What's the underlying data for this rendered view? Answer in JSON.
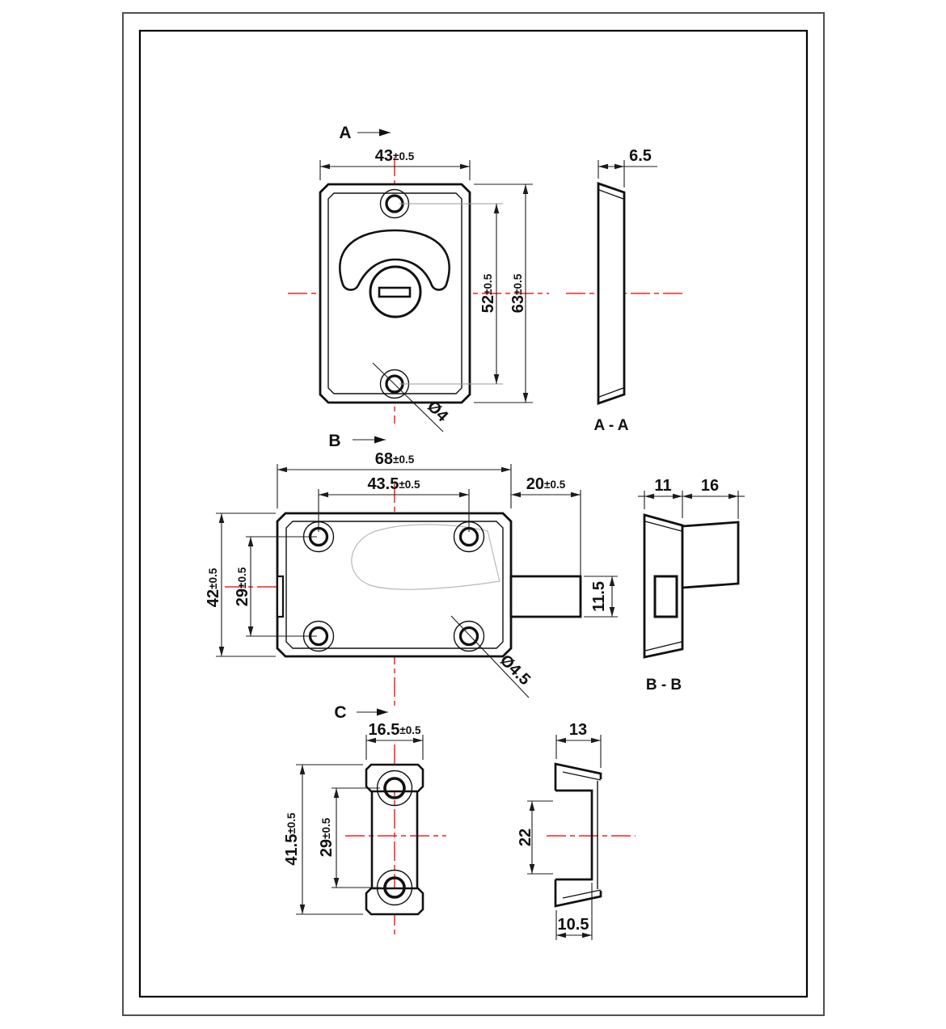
{
  "drawing_type": "engineering-drawing-indicator-lock",
  "views": {
    "a": {
      "label": "A",
      "section": "A - A",
      "width_v": "43",
      "width_t": "±0.5",
      "span_v": "52",
      "span_t": "±0.5",
      "height_v": "63",
      "height_t": "±0.5",
      "hole_dia": "Ø4",
      "thickness": "6.5"
    },
    "b": {
      "label": "B",
      "section": "B - B",
      "width_v": "68",
      "width_t": "±0.5",
      "span_h_v": "43.5",
      "span_h_t": "±0.5",
      "bolt_len_v": "20",
      "bolt_len_t": "±0.5",
      "height_v": "42",
      "height_t": "±0.5",
      "span_v_v": "29",
      "span_v_t": "±0.5",
      "bolt_h": "11.5",
      "hole_dia": "Ø4.5",
      "sec_plate": "11",
      "sec_knob": "16"
    },
    "c": {
      "label": "C",
      "width_v": "16.5",
      "width_t": "±0.5",
      "height_v": "41.5",
      "height_t": "±0.5",
      "span_v": "29",
      "span_t": "±0.5",
      "sec_depth": "13",
      "sec_gap": "22",
      "sec_offset": "10.5"
    }
  },
  "colors": {
    "outline": "#111111",
    "dimension": "#1c1c1c",
    "centerline": "#f42222",
    "phantom": "#b9b9b9",
    "frame_outer": "#4f4f4f",
    "frame_inner": "#000000"
  }
}
